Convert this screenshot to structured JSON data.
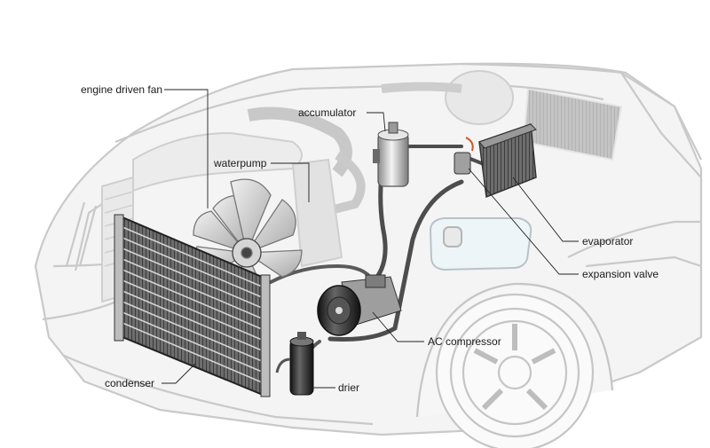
{
  "labels": {
    "engine_driven_fan": "engine driven fan",
    "waterpump": "waterpump",
    "accumulator": "accumulator",
    "evaporator": "evaporator",
    "expansion_valve": "expansion valve",
    "ac_compressor": "AC compressor",
    "condenser": "condenser",
    "drier": "drier"
  },
  "colors": {
    "car_outline": "#c9c9c9",
    "car_fill": "#f2f2f2",
    "hose": "#5a5a5a",
    "metal_dark": "#2e2e2e",
    "metal_light": "#d8d8d8",
    "leader": "#222222"
  }
}
